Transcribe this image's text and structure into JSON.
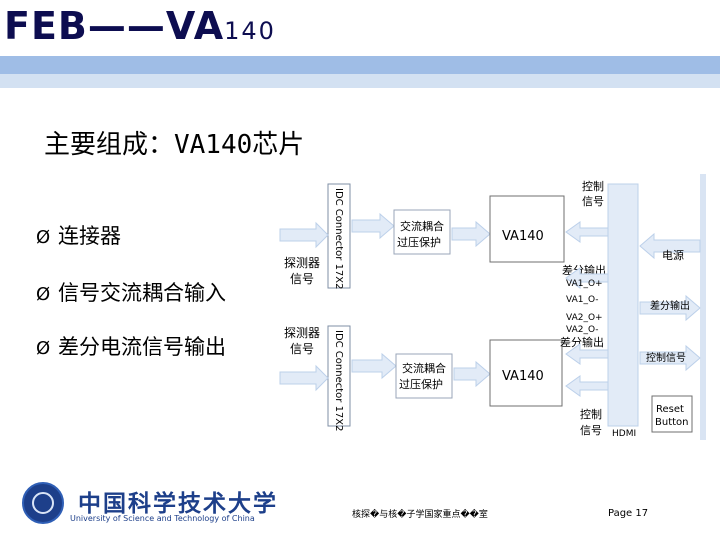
{
  "title": {
    "main": "FEB——VA",
    "num": "140"
  },
  "subtitle": "主要组成：VA140芯片",
  "bullets": [
    "连接器",
    "信号交流耦合输入",
    "差分电流信号输出"
  ],
  "bullet_marker": "Ø",
  "diagram": {
    "connector_label": "IDC Connector 17X2",
    "detector_signal": [
      "探测器",
      "信号"
    ],
    "ac_coupling": [
      "交流耦合",
      "过压保护"
    ],
    "chip_label": "VA140",
    "control_signal": [
      "控制",
      "信号"
    ],
    "power": "电源",
    "diff_output_top": "差分输出",
    "va1_lines": [
      "VA1_O+",
      "VA1_O-"
    ],
    "va2_lines": [
      "VA2_O+",
      "VA2_O-"
    ],
    "diff_output_bottom": "差分输出",
    "right_diff_output": "差分输出",
    "right_control_signal": "控制信号",
    "reset_button": [
      "Reset",
      "Button"
    ],
    "hdmi": "HDMI"
  },
  "footer": {
    "university_cn": "中国科学技术大学",
    "university_en": "University of Science and Technology of China",
    "lab": "核探�与核�子学国家重点��室",
    "page": "Page 17"
  },
  "colors": {
    "title": "#0d0d50",
    "band_dark": "#9fbde6",
    "band_light": "#d3e1f2",
    "arrow_fill": "#e2ebf7",
    "university": "#1d3f8a"
  }
}
